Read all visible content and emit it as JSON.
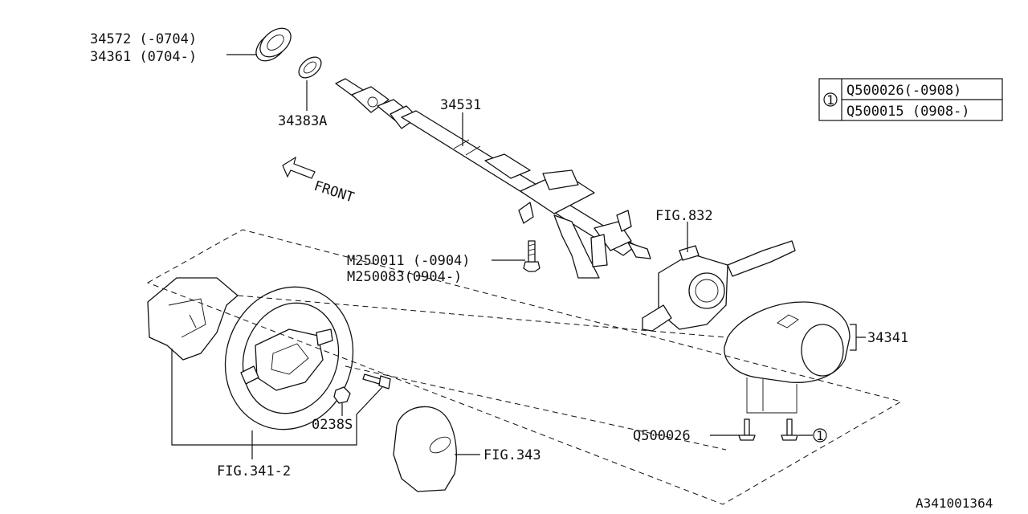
{
  "labels": {
    "p34572": "34572 (-0704)",
    "p34361": "34361 (0704-)",
    "p34383a": "34383A",
    "p34531": "34531",
    "front": "FRONT",
    "fig832": "FIG.832",
    "m250011": "M250011 (-0904)",
    "m250083": "M250083(0904-)",
    "p34341": "34341",
    "p0238s": "0238S",
    "q500026": "Q500026",
    "fig341_2": "FIG.341-2",
    "fig343": "FIG.343",
    "diagram_id": "A341001364"
  },
  "legend": {
    "marker": "1",
    "rows": [
      "Q500026(-0908)",
      "Q500015 (0908-)"
    ]
  },
  "callout_marker": "1"
}
